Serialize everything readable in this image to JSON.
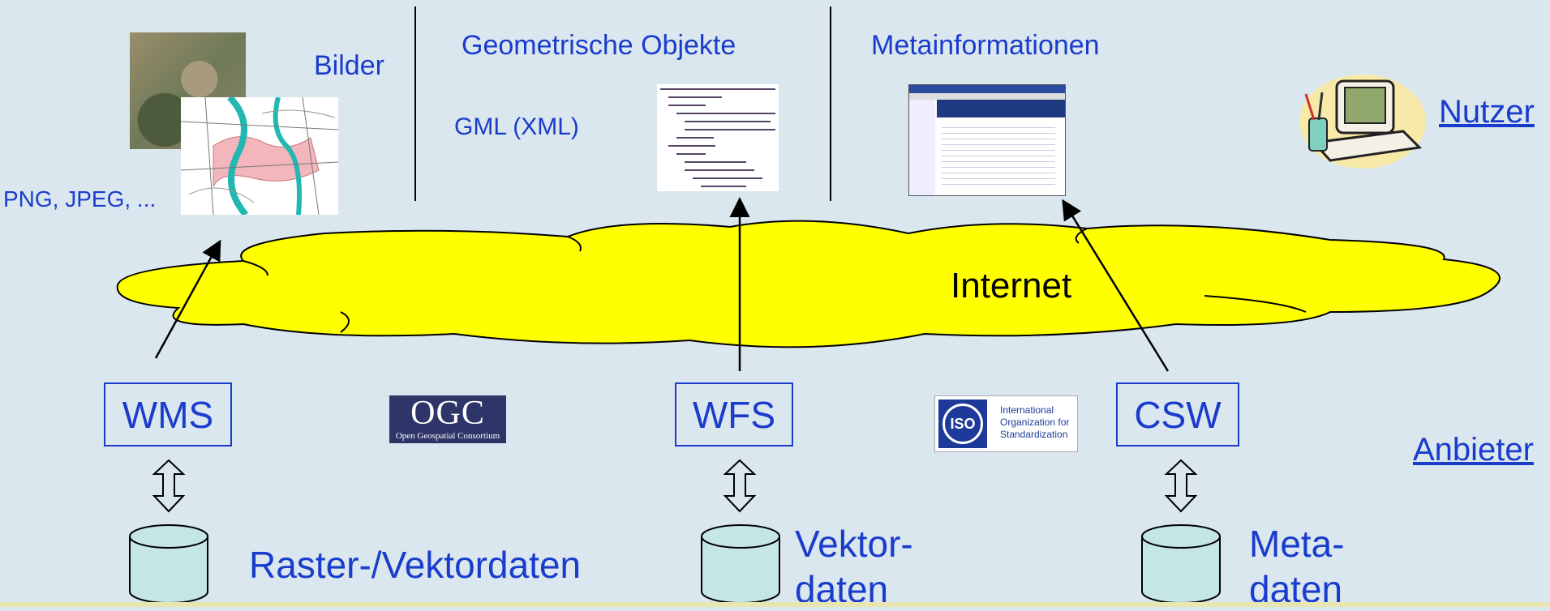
{
  "sections": {
    "bilder": "Bilder",
    "geometrische": "Geometrische Objekte",
    "metainfo": "Metainformationen"
  },
  "formats": {
    "raster": "PNG, JPEG, ...",
    "gml": "GML (XML)"
  },
  "cloud_label": "Internet",
  "services": {
    "wms": "WMS",
    "wfs": "WFS",
    "csw": "CSW"
  },
  "logos": {
    "ogc_main": "OGC",
    "ogc_sub": "Open Geospatial Consortium",
    "iso_main": "ISO",
    "iso_line1": "International",
    "iso_line2": "Organization for",
    "iso_line3": "Standardization"
  },
  "stores": {
    "raster_vektor": "Raster-/Vektordaten",
    "vektor_l1": "Vektor-",
    "vektor_l2": "daten",
    "meta_l1": "Meta-",
    "meta_l2": "daten"
  },
  "roles": {
    "nutzer": "Nutzer",
    "anbieter": "Anbieter"
  },
  "colors": {
    "background": "#dbe7ef",
    "accent": "#1a3ccc",
    "cloud": "#ffff00",
    "cylinder": "#c5e6e6"
  }
}
